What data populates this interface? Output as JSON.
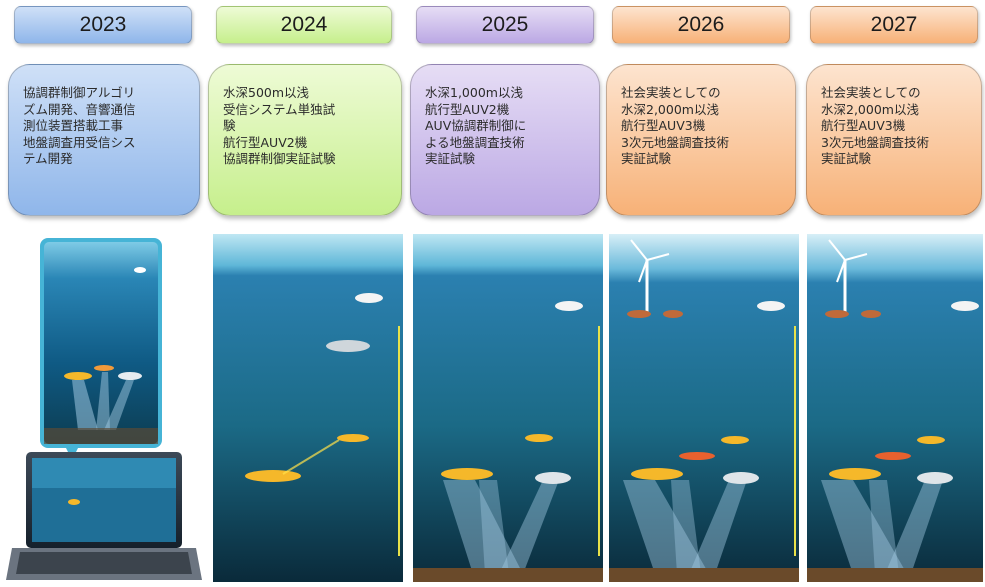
{
  "columns": [
    {
      "year": "2023",
      "description": "協調群制御アルゴリ\nズム開発、音響通信\n測位装置搭載工事\n地盤調査用受信シス\nテム開発",
      "color": "#8fb6ea",
      "scene": "laptop-simulation"
    },
    {
      "year": "2024",
      "description": "水深500m以浅\n受信システム単独試\n験\n航行型AUV2機\n協調群制御実証試験",
      "color": "#c6ef8c",
      "scene": "two-auv-ocean"
    },
    {
      "year": "2025",
      "description": "水深1,000m以浅\n航行型AUV2機\nAUV協調群制御に\nよる地盤調査技術\n実証試験",
      "color": "#bba8e4",
      "scene": "survey-ocean"
    },
    {
      "year": "2026",
      "description": "社会実装としての\n水深2,000m以浅\n航行型AUV3機\n3次元地盤調査技術\n実証試験",
      "color": "#f7b177",
      "scene": "windfarm-ocean"
    },
    {
      "year": "2027",
      "description": "社会実装としての\n水深2,000m以浅\n航行型AUV3機\n3次元地盤調査技術\n実証試験",
      "color": "#f7b177",
      "scene": "windfarm-ocean"
    }
  ]
}
